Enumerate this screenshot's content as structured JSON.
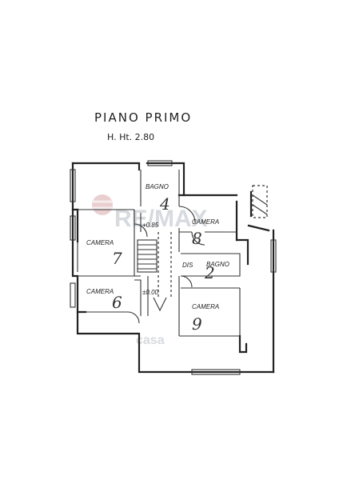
{
  "header": {
    "title": "PIANO PRIMO",
    "height_note": "H. Ht. 2.80"
  },
  "watermark": {
    "brand": "RE/MAX",
    "sub": "casa"
  },
  "levels": {
    "upper": "+0.85",
    "lower": "±0.00"
  },
  "rooms": [
    {
      "id": "bagno-top",
      "label": "BAGNO",
      "number": "4"
    },
    {
      "id": "camera-right-top",
      "label": "CAMERA",
      "number": "8"
    },
    {
      "id": "camera-left",
      "label": "CAMERA",
      "number": "7"
    },
    {
      "id": "dis",
      "label": "DIS",
      "number": ""
    },
    {
      "id": "bagno-mid",
      "label": "BAGNO",
      "number": "2"
    },
    {
      "id": "camera-left-bottom",
      "label": "CAMERA",
      "number": "6"
    },
    {
      "id": "camera-right-bottom",
      "label": "CAMERA",
      "number": "9"
    }
  ]
}
